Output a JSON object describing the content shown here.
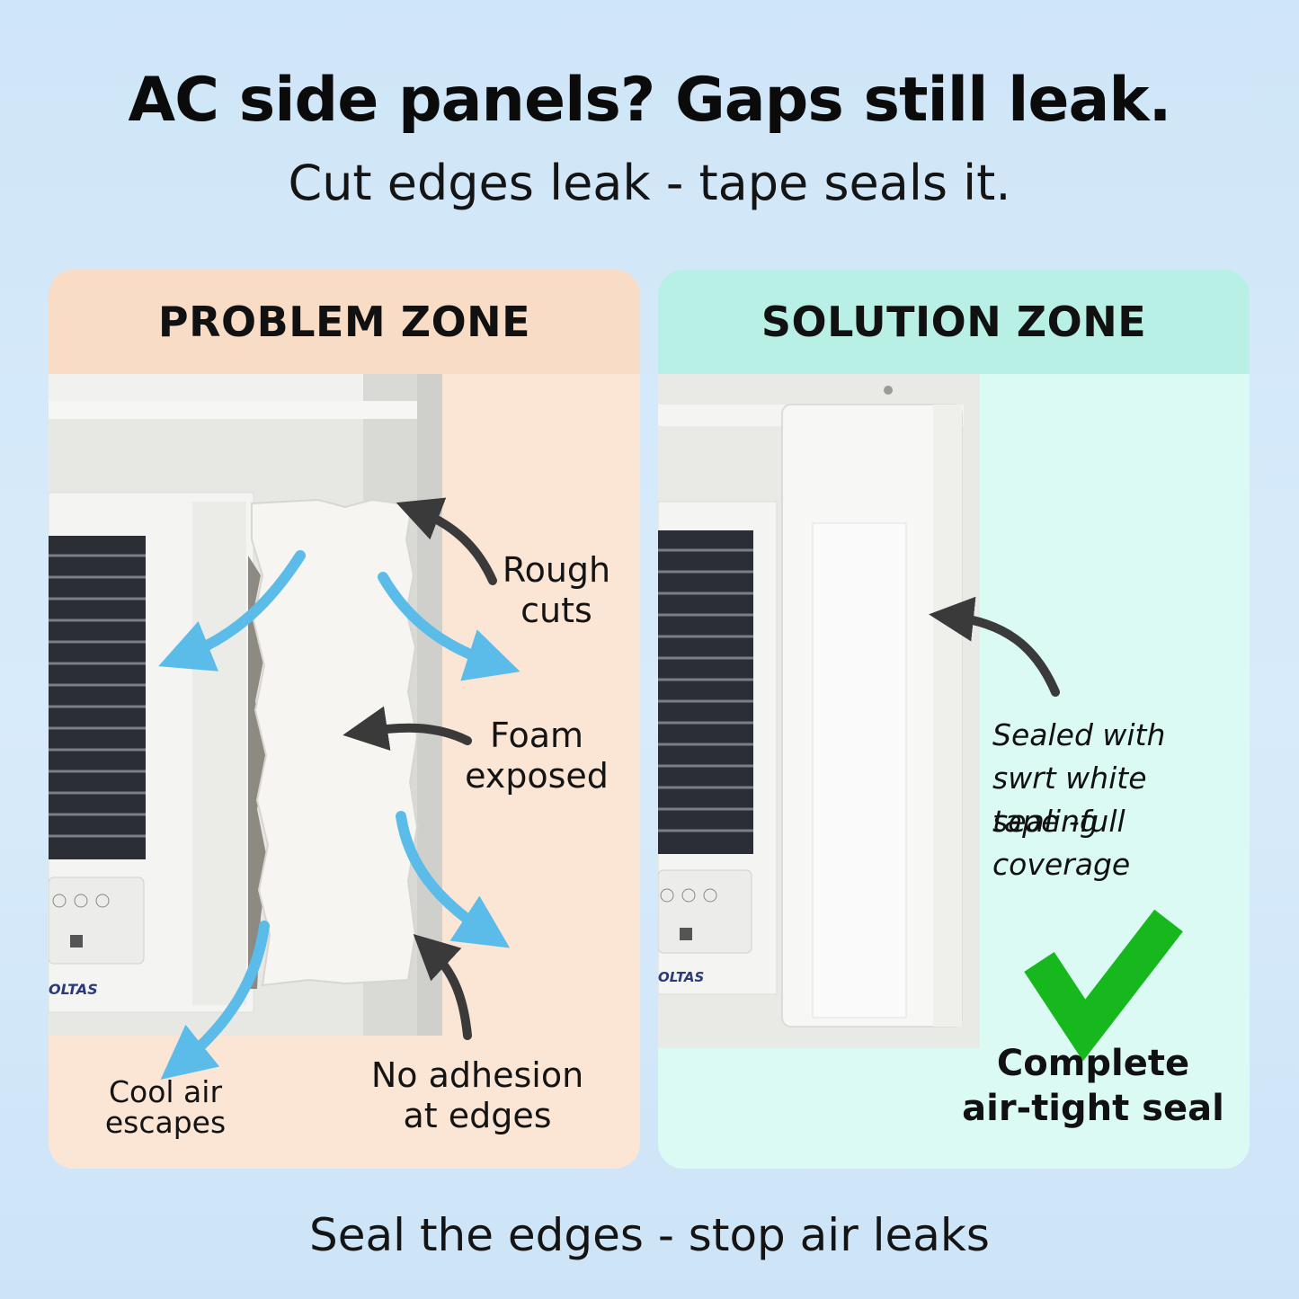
{
  "header": {
    "title": "AC side panels? Gaps still leak.",
    "subtitle": "Cut edges leak - tape seals it."
  },
  "problem_zone": {
    "heading": "PROBLEM ZONE",
    "brand": "OLTAS",
    "callouts": {
      "rough_cuts": "Rough cuts",
      "foam_exposed": "Foam exposed",
      "cool_air_escapes": "Cool air escapes",
      "no_adhesion": "No adhesion at edges"
    }
  },
  "solution_zone": {
    "heading": "SOLUTION ZONE",
    "brand": "OLTAS",
    "callouts": {
      "sealed_line1": "Sealed with",
      "sealed_line2": "swrt white sealing",
      "sealed_line3": "tape -full coverage",
      "complete_line1": "Complete",
      "complete_line2": "air-tight seal"
    }
  },
  "footer": {
    "tagline": "Seal the edges - stop air leaks"
  },
  "colors": {
    "problem_bg": "#fbe5d4",
    "problem_header": "#f9dcc6",
    "solution_bg": "#dafaf3",
    "solution_header": "#b9f0e6",
    "airflow_arrow": "#5bbce9",
    "pointer_arrow": "#3a3a3a",
    "checkmark": "#16b81e"
  },
  "icons": [
    "airflow-arrow-icon",
    "pointer-arrow-icon",
    "checkmark-icon"
  ]
}
